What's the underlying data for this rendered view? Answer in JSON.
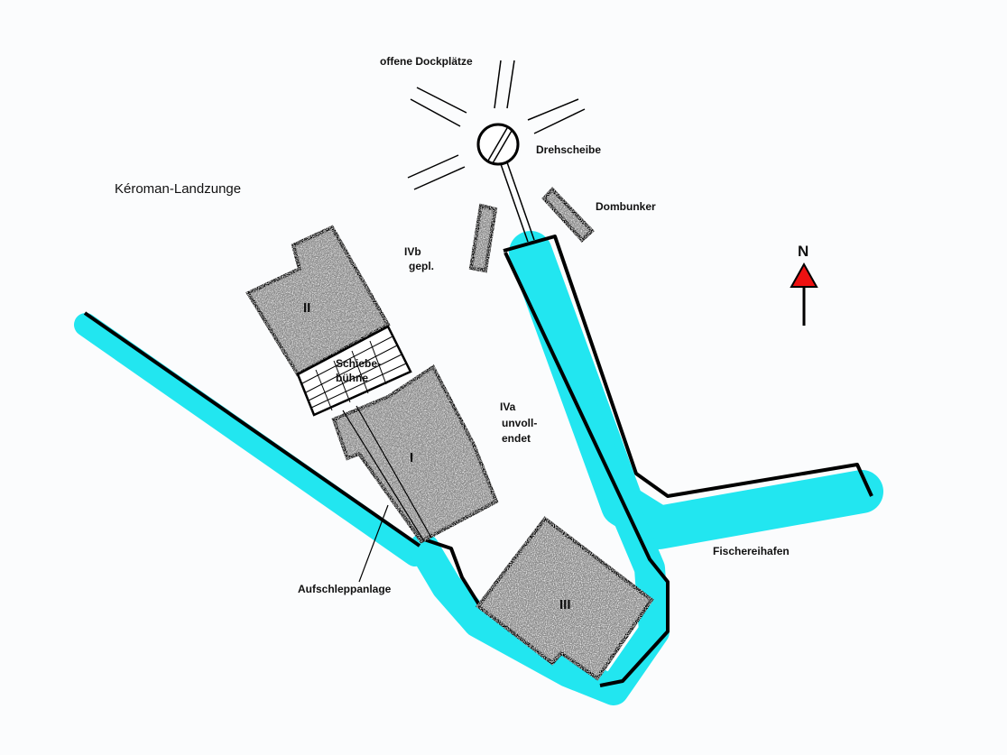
{
  "labels": {
    "open_docks": "offene Dockplätze",
    "turntable": "Drehscheibe",
    "dome_bunker": "Dombunker",
    "peninsula": "Kéroman-Landzunge",
    "ivb_1": "IVb",
    "ivb_2": "gepl.",
    "iva_1": "IVa",
    "iva_2": "unvoll-",
    "iva_3": "endet",
    "transfer_1": "Schiebe-",
    "transfer_2": "bühne",
    "slipway": "Aufschleppanlage",
    "fishing_port": "Fischereihafen",
    "bunker_1": "I",
    "bunker_2": "II",
    "bunker_3": "III",
    "north": "N"
  },
  "colors": {
    "water": "#22e6f0",
    "bunker": "#8a8a8a",
    "wall": "#000000",
    "north_arrow": "#ee1111"
  }
}
